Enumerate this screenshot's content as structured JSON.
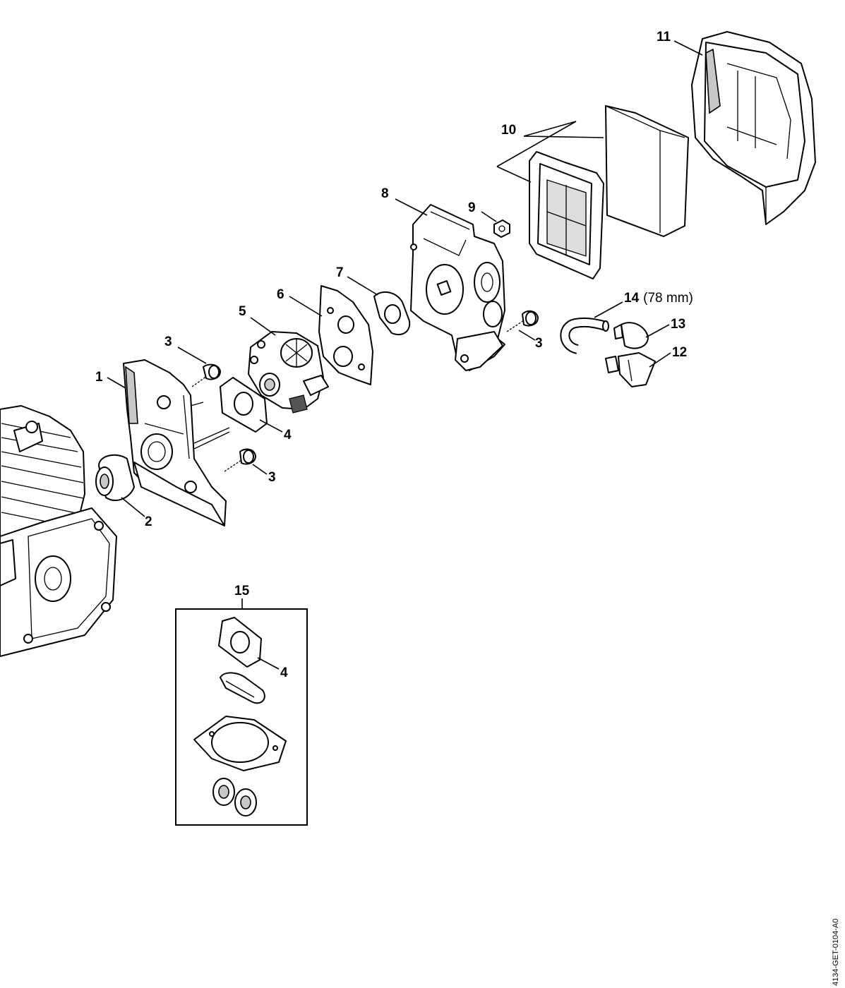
{
  "callouts": {
    "c1": "1",
    "c2": "2",
    "c3a": "3",
    "c3b": "3",
    "c3c": "3",
    "c4a": "4",
    "c4b": "4",
    "c5": "5",
    "c6": "6",
    "c7": "7",
    "c8": "8",
    "c9": "9",
    "c10": "10",
    "c11": "11",
    "c12": "12",
    "c13": "13",
    "c14": "14",
    "c14_dim": "(78 mm)",
    "c15": "15"
  },
  "doc_code": "4134-GET-0104-A0"
}
